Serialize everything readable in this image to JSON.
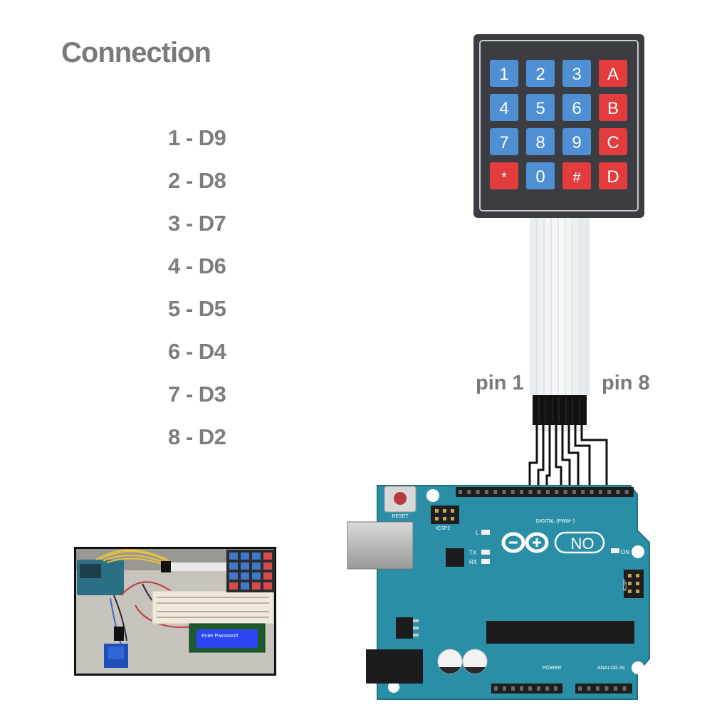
{
  "title": "Connection",
  "connections": [
    "1 - D9",
    "2 - D8",
    "3 - D7",
    "4 - D6",
    "5 - D5",
    "6 - D4",
    "7 - D3",
    "8 - D2"
  ],
  "pin_labels": {
    "left": "pin 1",
    "right": "pin 8"
  },
  "keypad": {
    "keys": [
      "1",
      "2",
      "3",
      "A",
      "4",
      "5",
      "6",
      "B",
      "7",
      "8",
      "9",
      "C",
      "*",
      "0",
      "#",
      "D"
    ],
    "colors": {
      "number": "#4f8fd3",
      "letter": "#e23c3c",
      "body": "#3b3d42"
    }
  },
  "board": {
    "logo_text": "NO",
    "reset_label": "RESET",
    "digital_label": "DIGITAL (PWM~)",
    "on_label": "ON",
    "tx_label": "TX",
    "rx_label": "RX",
    "l_label": "L",
    "icsp_label": "ICSP2",
    "icsp2_label": "ICSP",
    "power_label": "POWER",
    "analog_label": "ANALOG IN",
    "color": "#2a8fa6"
  },
  "photo": {
    "lcd_text": "Enter Password!"
  }
}
